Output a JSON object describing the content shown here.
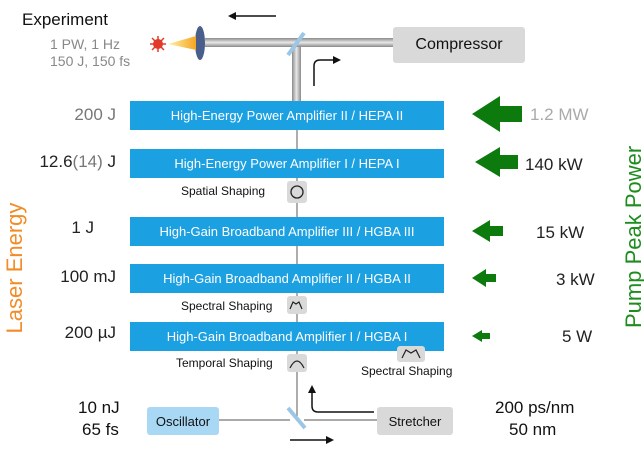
{
  "experiment": {
    "title": "Experiment",
    "line1": "1 PW, 1 Hz",
    "line2": "150 J, 150 fs"
  },
  "compressor_label": "Compressor",
  "oscillator_label": "Oscillator",
  "stretcher_label": "Stretcher",
  "oscillator_energy": {
    "line1": "10 nJ",
    "line2": "65 fs"
  },
  "stretcher_specs": {
    "line1": "200 ps/nm",
    "line2": "50 nm"
  },
  "amplifiers": [
    {
      "label": "High-Energy Power Amplifier II / HEPA II",
      "energy": "200 J",
      "pump_power": "1.2 MW"
    },
    {
      "label": "High-Energy Power Amplifier I / HEPA I",
      "energy_main": "12.6",
      "energy_paren": "(14)",
      "energy_unit": " J",
      "pump_power": "140 kW"
    },
    {
      "label": "High-Gain Broadband Amplifier III / HGBA III",
      "energy": "1 J",
      "pump_power": "15 kW"
    },
    {
      "label": "High-Gain Broadband Amplifier II / HGBA II",
      "energy": "100 mJ",
      "pump_power": "3 kW"
    },
    {
      "label": "High-Gain Broadband Amplifier I / HGBA I",
      "energy": "200 µJ",
      "pump_power": "5 W"
    }
  ],
  "shaping": {
    "spatial": "Spatial Shaping",
    "spectral": "Spectral Shaping",
    "temporal": "Temporal Shaping",
    "spectral_side": "Spectral Shaping"
  },
  "axis_titles": {
    "left": "Laser Energy",
    "right": "Pump Peak Power"
  },
  "colors": {
    "amplifier_bar": "#1ba0e2",
    "laser_energy": "#f28c28",
    "pump_power": "#1e8c1e",
    "arrow": "#0c7a0c",
    "module_box": "#d9d9d9",
    "oscillator_box": "#a9d8f5"
  }
}
